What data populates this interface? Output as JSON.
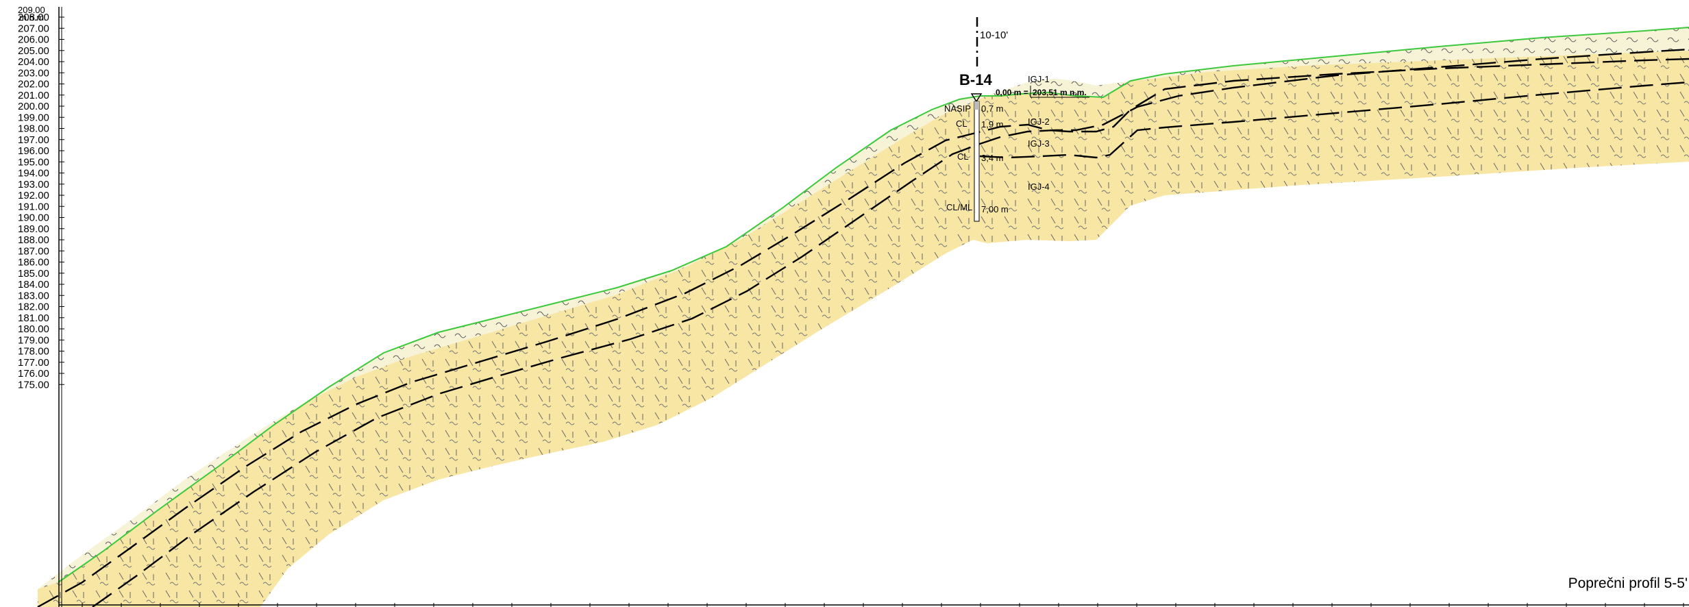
{
  "axis": {
    "unit_label": "m.n.m.",
    "top_label": "209.00",
    "ticks": [
      "208.00",
      "207.00",
      "206.00",
      "205.00",
      "204.00",
      "203.00",
      "202.00",
      "201.00",
      "200.00",
      "199.00",
      "198.00",
      "197.00",
      "196.00",
      "195.00",
      "194.00",
      "193.00",
      "192.00",
      "191.00",
      "190.00",
      "189.00",
      "188.00",
      "187.00",
      "186.00",
      "185.00",
      "184.00",
      "183.00",
      "182.00",
      "181.00",
      "180.00",
      "179.00",
      "178.00",
      "177.00",
      "176.00",
      "175.00"
    ]
  },
  "section": {
    "label": "10-10'"
  },
  "borehole": {
    "name": "B-14",
    "elevation_label": "0,00 m = 203,51 m n.m.",
    "zero_text": "0,00 m =",
    "elev_text": "203,51 m n.m.",
    "layers": [
      {
        "soil": "NASIP",
        "depth": "0,7 m"
      },
      {
        "soil": "CL",
        "depth": "1,9 m"
      },
      {
        "soil": "CL",
        "depth": "3,4 m"
      },
      {
        "soil": "CL/ML",
        "depth": "7,00 m"
      }
    ]
  },
  "units": [
    "IGJ-1",
    "IGJ-2",
    "IGJ-3",
    "IGJ-4"
  ],
  "title": "Poprečni profil 5-5'",
  "colors": {
    "ground_line": "#3cc83c",
    "upper_layer": "#f7f3d6",
    "lower_layer": "#f8e6a4",
    "boundary_line": "#000000"
  }
}
